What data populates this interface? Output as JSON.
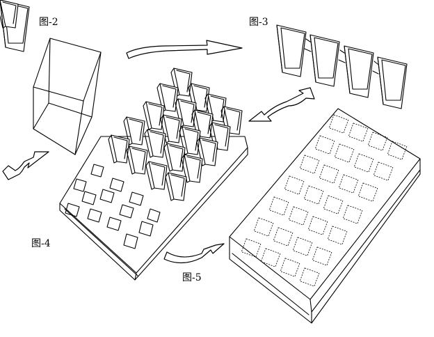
{
  "figure": {
    "labels": {
      "fig2": "图-2",
      "fig3": "图-3",
      "fig4": "图-4",
      "fig5": "图-5"
    },
    "colors": {
      "line": "#000000",
      "background": "#ffffff"
    }
  }
}
